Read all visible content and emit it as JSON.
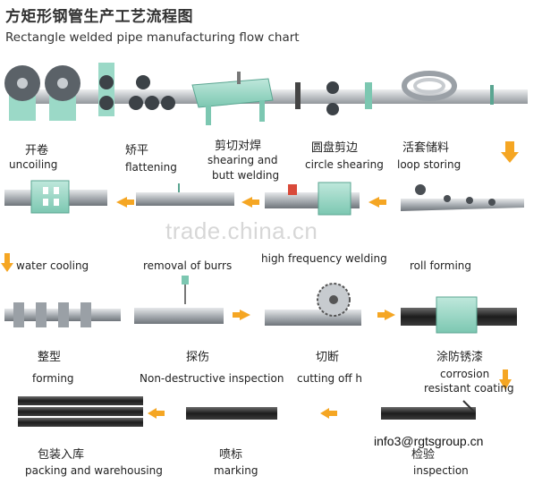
{
  "header": {
    "title_cn": "方矩形钢管生产工艺流程图",
    "title_en": "Rectangle welded pipe manufacturing flow chart"
  },
  "steps": [
    {
      "cn": "开卷",
      "en": "uncoiling"
    },
    {
      "cn": "矫平",
      "en": "flattening"
    },
    {
      "cn": "剪切对焊",
      "en": "shearing and",
      "en2": "butt welding"
    },
    {
      "cn": "圆盘剪边",
      "en": "circle shearing"
    },
    {
      "cn": "活套储料",
      "en": "loop storing"
    },
    {
      "en": "water cooling"
    },
    {
      "en": "removal of burrs"
    },
    {
      "en": "high frequency welding"
    },
    {
      "en": "roll forming"
    },
    {
      "cn": "整型",
      "en": "forming"
    },
    {
      "cn": "探伤",
      "en": "Non-destructive inspection"
    },
    {
      "cn": "切断",
      "en": "cutting off h"
    },
    {
      "cn": "涂防锈漆",
      "en": "corrosion",
      "en2": "resistant coating"
    },
    {
      "cn": "包装入库",
      "en": "packing and warehousing"
    },
    {
      "cn": "喷标",
      "en": "marking"
    },
    {
      "cn": "检验",
      "en": "inspection"
    }
  ],
  "watermark": "trade.china.cn",
  "contact_email": "info3@rgtsgroup.cn",
  "colors": {
    "arrow": "#f5a623",
    "machine": "#8fd3c0",
    "steel": "#9aa0a6",
    "pipe_dark": "#2b2b2b"
  }
}
